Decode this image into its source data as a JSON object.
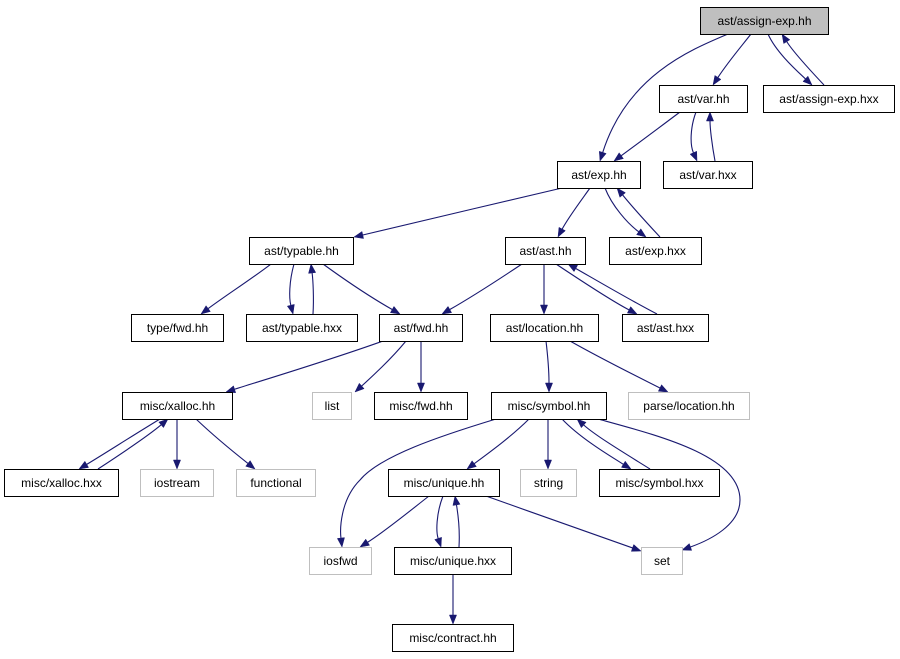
{
  "colors": {
    "edge": "#191970",
    "node_border": "#000000",
    "external_border": "#bfbfbf",
    "root_fill": "#bfbfbf",
    "node_fill": "#ffffff"
  },
  "nodes": [
    {
      "id": "assign_exp_hh",
      "label": "ast/assign-exp.hh",
      "kind": "root"
    },
    {
      "id": "var_hh",
      "label": "ast/var.hh",
      "kind": "local"
    },
    {
      "id": "assign_exp_hxx",
      "label": "ast/assign-exp.hxx",
      "kind": "local"
    },
    {
      "id": "exp_hh",
      "label": "ast/exp.hh",
      "kind": "local"
    },
    {
      "id": "var_hxx",
      "label": "ast/var.hxx",
      "kind": "local"
    },
    {
      "id": "typable_hh",
      "label": "ast/typable.hh",
      "kind": "local"
    },
    {
      "id": "ast_hh",
      "label": "ast/ast.hh",
      "kind": "local"
    },
    {
      "id": "exp_hxx",
      "label": "ast/exp.hxx",
      "kind": "local"
    },
    {
      "id": "type_fwd_hh",
      "label": "type/fwd.hh",
      "kind": "local"
    },
    {
      "id": "typable_hxx",
      "label": "ast/typable.hxx",
      "kind": "local"
    },
    {
      "id": "ast_fwd_hh",
      "label": "ast/fwd.hh",
      "kind": "local"
    },
    {
      "id": "location_hh",
      "label": "ast/location.hh",
      "kind": "local"
    },
    {
      "id": "ast_hxx",
      "label": "ast/ast.hxx",
      "kind": "local"
    },
    {
      "id": "xalloc_hh",
      "label": "misc/xalloc.hh",
      "kind": "local"
    },
    {
      "id": "list",
      "label": "list",
      "kind": "external"
    },
    {
      "id": "misc_fwd_hh",
      "label": "misc/fwd.hh",
      "kind": "local"
    },
    {
      "id": "symbol_hh",
      "label": "misc/symbol.hh",
      "kind": "local"
    },
    {
      "id": "parse_location_hh",
      "label": "parse/location.hh",
      "kind": "external"
    },
    {
      "id": "xalloc_hxx",
      "label": "misc/xalloc.hxx",
      "kind": "local"
    },
    {
      "id": "iostream",
      "label": "iostream",
      "kind": "external"
    },
    {
      "id": "functional",
      "label": "functional",
      "kind": "external"
    },
    {
      "id": "unique_hh",
      "label": "misc/unique.hh",
      "kind": "local"
    },
    {
      "id": "string",
      "label": "string",
      "kind": "external"
    },
    {
      "id": "symbol_hxx",
      "label": "misc/symbol.hxx",
      "kind": "local"
    },
    {
      "id": "iosfwd",
      "label": "iosfwd",
      "kind": "external"
    },
    {
      "id": "unique_hxx",
      "label": "misc/unique.hxx",
      "kind": "local"
    },
    {
      "id": "set",
      "label": "set",
      "kind": "external"
    },
    {
      "id": "contract_hh",
      "label": "misc/contract.hh",
      "kind": "local"
    }
  ],
  "edges": [
    {
      "from": "assign_exp_hh",
      "to": "var_hh"
    },
    {
      "from": "assign_exp_hh",
      "to": "exp_hh"
    },
    {
      "from": "assign_exp_hh",
      "to": "assign_exp_hxx"
    },
    {
      "from": "assign_exp_hxx",
      "to": "assign_exp_hh"
    },
    {
      "from": "var_hh",
      "to": "exp_hh"
    },
    {
      "from": "var_hh",
      "to": "var_hxx"
    },
    {
      "from": "var_hxx",
      "to": "var_hh"
    },
    {
      "from": "exp_hh",
      "to": "typable_hh"
    },
    {
      "from": "exp_hh",
      "to": "ast_hh"
    },
    {
      "from": "exp_hh",
      "to": "exp_hxx"
    },
    {
      "from": "exp_hxx",
      "to": "exp_hh"
    },
    {
      "from": "typable_hh",
      "to": "type_fwd_hh"
    },
    {
      "from": "typable_hh",
      "to": "typable_hxx"
    },
    {
      "from": "typable_hxx",
      "to": "typable_hh"
    },
    {
      "from": "typable_hh",
      "to": "ast_fwd_hh"
    },
    {
      "from": "ast_hh",
      "to": "ast_fwd_hh"
    },
    {
      "from": "ast_hh",
      "to": "location_hh"
    },
    {
      "from": "ast_hh",
      "to": "ast_hxx"
    },
    {
      "from": "ast_hxx",
      "to": "ast_hh"
    },
    {
      "from": "ast_fwd_hh",
      "to": "xalloc_hh"
    },
    {
      "from": "ast_fwd_hh",
      "to": "list"
    },
    {
      "from": "ast_fwd_hh",
      "to": "misc_fwd_hh"
    },
    {
      "from": "location_hh",
      "to": "symbol_hh"
    },
    {
      "from": "location_hh",
      "to": "parse_location_hh"
    },
    {
      "from": "xalloc_hh",
      "to": "xalloc_hxx"
    },
    {
      "from": "xalloc_hxx",
      "to": "xalloc_hh"
    },
    {
      "from": "xalloc_hh",
      "to": "iostream"
    },
    {
      "from": "xalloc_hh",
      "to": "functional"
    },
    {
      "from": "symbol_hh",
      "to": "iosfwd"
    },
    {
      "from": "symbol_hh",
      "to": "unique_hh"
    },
    {
      "from": "symbol_hh",
      "to": "string"
    },
    {
      "from": "symbol_hh",
      "to": "symbol_hxx"
    },
    {
      "from": "symbol_hxx",
      "to": "symbol_hh"
    },
    {
      "from": "symbol_hh",
      "to": "set"
    },
    {
      "from": "unique_hh",
      "to": "iosfwd"
    },
    {
      "from": "unique_hh",
      "to": "unique_hxx"
    },
    {
      "from": "unique_hxx",
      "to": "unique_hh"
    },
    {
      "from": "unique_hh",
      "to": "set"
    },
    {
      "from": "unique_hxx",
      "to": "contract_hh"
    }
  ]
}
